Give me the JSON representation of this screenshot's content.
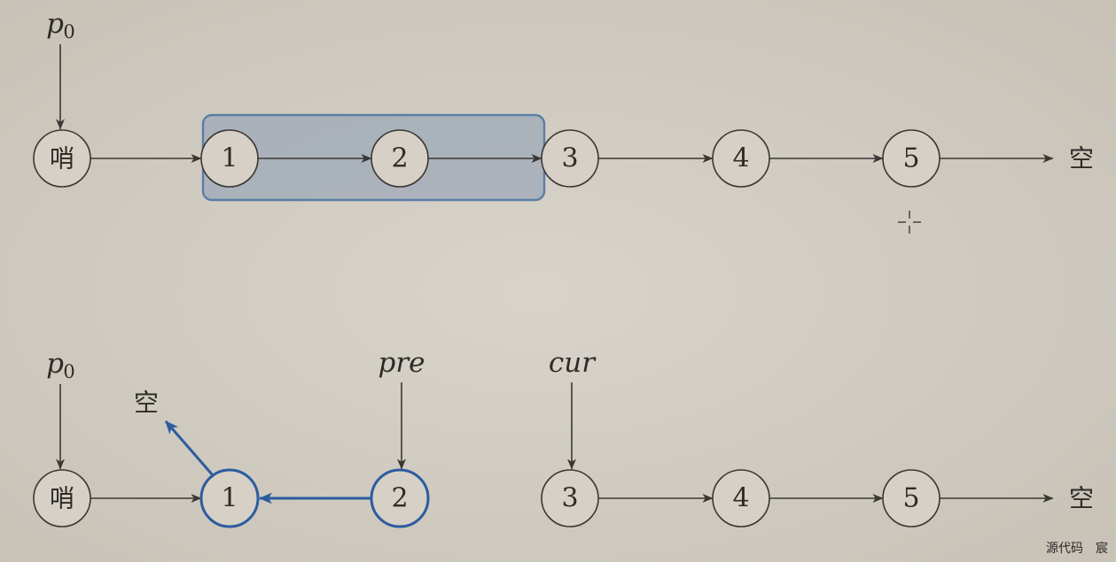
{
  "top_row": {
    "pointer_p0": {
      "name": "p",
      "sub": "0"
    },
    "nodes": [
      "哨",
      "1",
      "2",
      "3",
      "4",
      "5"
    ],
    "null_label": "空"
  },
  "bottom_row": {
    "pointer_p0": {
      "name": "p",
      "sub": "0"
    },
    "pointer_pre": "pre",
    "pointer_cur": "cur",
    "nodes": [
      "哨",
      "1",
      "2",
      "3",
      "4",
      "5"
    ],
    "null_label_reversed": "空",
    "null_label_tail": "空"
  },
  "colors": {
    "ink": "#3a3835",
    "node_fill": "#d6d0c6",
    "highlight_fill": "#a3adb8",
    "highlight_stroke": "#5b7ea6",
    "reversed_blue": "#2c5c9e"
  },
  "icons": {
    "cursor": "crosshair-cursor-icon"
  },
  "watermark": "源代码　宸"
}
